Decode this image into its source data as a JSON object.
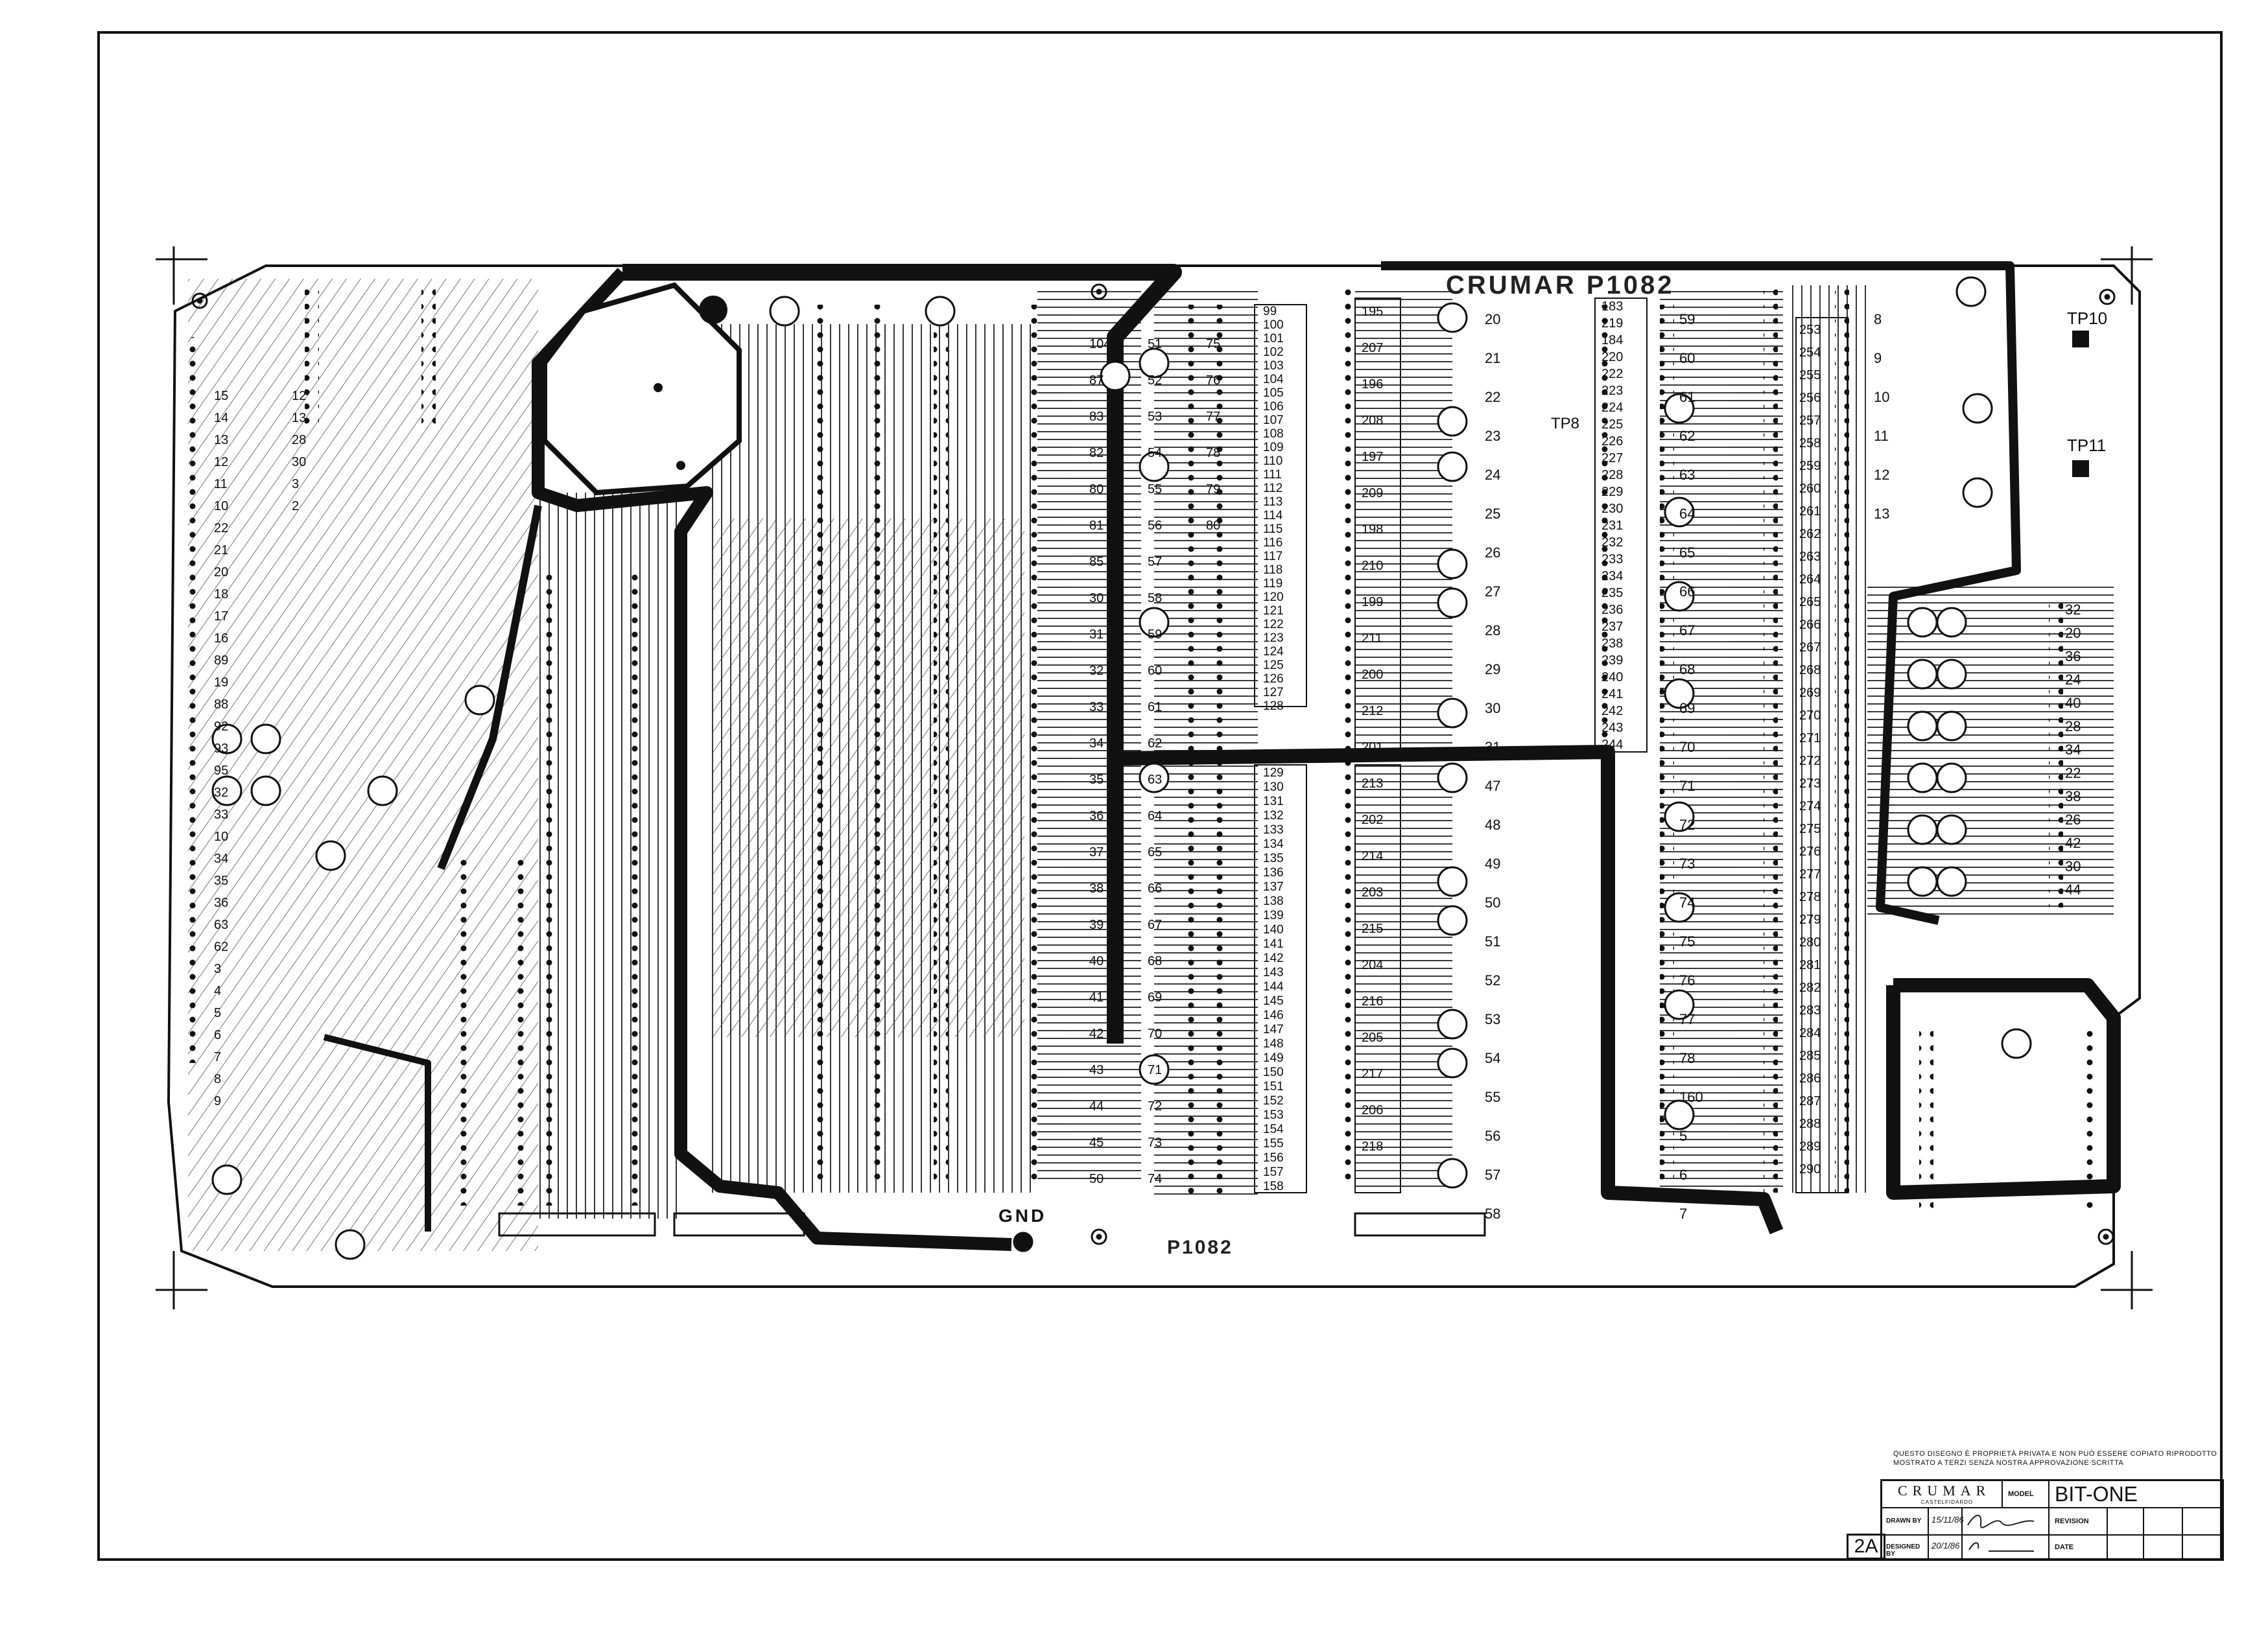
{
  "board": {
    "brand_top": "CRUMAR P1082",
    "brand_bottom": "P1082",
    "gnd_label": "GND",
    "test_points": [
      "TP10",
      "TP11",
      "TP8"
    ]
  },
  "notice": "QUESTO DISEGNO È PROPRIETÀ PRIVATA E NON PUÒ ESSERE COPIATO RIPRODOTTO MOSTRATO A TERZI SENZA NOSTRA APPROVAZIONE SCRITTA",
  "title_block": {
    "company": "CRUMAR",
    "company_sub": "CASTELFIDARDO",
    "model_label": "MODEL",
    "model_value": "BIT-ONE",
    "drawn_label": "DRAWN BY",
    "drawn_date": "15/11/86",
    "designed_label": "DESIGNED BY",
    "designed_date": "20/1/86",
    "revision_label": "REVISION",
    "date_label": "DATE",
    "sheet": "2A"
  },
  "component_labels_left": [
    "15",
    "14",
    "13",
    "12",
    "11",
    "10",
    "22",
    "21",
    "20",
    "18",
    "17",
    "16",
    "89",
    "19",
    "88",
    "92",
    "93",
    "95",
    "32",
    "33",
    "10",
    "34",
    "35",
    "36",
    "63",
    "62",
    "3",
    "4",
    "5",
    "6",
    "7",
    "8",
    "9",
    "12",
    "13",
    "28",
    "30",
    "3",
    "2"
  ],
  "component_labels_mid": [
    "104",
    "87",
    "83",
    "82",
    "80",
    "81",
    "85",
    "30",
    "31",
    "32",
    "33",
    "34",
    "35",
    "36",
    "37",
    "38",
    "39",
    "40",
    "41",
    "42",
    "43",
    "44",
    "45",
    "50",
    "51",
    "52",
    "53",
    "54",
    "55",
    "56",
    "57",
    "58",
    "59",
    "60",
    "61",
    "62",
    "63",
    "64",
    "65",
    "66",
    "67",
    "68",
    "69",
    "70",
    "71",
    "72",
    "73",
    "74",
    "75",
    "76",
    "77",
    "78",
    "79",
    "80"
  ],
  "resistor_labels_a": [
    "99",
    "100",
    "101",
    "102",
    "103",
    "104",
    "105",
    "106",
    "107",
    "108",
    "109",
    "110",
    "111",
    "112",
    "113",
    "114",
    "115",
    "116",
    "117",
    "118",
    "119",
    "120",
    "121",
    "122",
    "123",
    "124",
    "125",
    "126",
    "127",
    "128"
  ],
  "resistor_labels_b": [
    "129",
    "130",
    "131",
    "132",
    "133",
    "134",
    "135",
    "136",
    "137",
    "138",
    "139",
    "140",
    "141",
    "142",
    "143",
    "144",
    "145",
    "146",
    "147",
    "148",
    "149",
    "150",
    "151",
    "152",
    "153",
    "154",
    "155",
    "156",
    "157",
    "158"
  ],
  "resistor_labels_c": [
    "195",
    "207",
    "196",
    "208",
    "197",
    "209",
    "198",
    "210",
    "199",
    "211",
    "200",
    "212",
    "201",
    "213",
    "202",
    "214",
    "203",
    "215",
    "204",
    "216",
    "205",
    "217",
    "206",
    "218"
  ],
  "resistor_labels_d": [
    "183",
    "219",
    "184",
    "220",
    "222",
    "223",
    "224",
    "225",
    "226",
    "227",
    "228",
    "229",
    "230",
    "231",
    "232",
    "233",
    "234",
    "235",
    "236",
    "237",
    "238",
    "239",
    "240",
    "241",
    "242",
    "243",
    "244"
  ],
  "resistor_labels_e": [
    "253",
    "254",
    "255",
    "256",
    "257",
    "258",
    "259",
    "260",
    "261",
    "262",
    "263",
    "264",
    "265",
    "266",
    "267",
    "268",
    "269",
    "270",
    "271",
    "272",
    "273",
    "274",
    "275",
    "276",
    "277",
    "278",
    "279",
    "280",
    "281",
    "282",
    "283",
    "284",
    "285",
    "286",
    "287",
    "288",
    "289",
    "290"
  ],
  "connector_labels_right": [
    "32",
    "20",
    "36",
    "24",
    "40",
    "28",
    "34",
    "22",
    "38",
    "26",
    "42",
    "30",
    "44"
  ],
  "chip_labels": [
    "20",
    "21",
    "22",
    "23",
    "24",
    "25",
    "26",
    "27",
    "28",
    "29",
    "30",
    "31",
    "47",
    "48",
    "49",
    "50",
    "51",
    "52",
    "53",
    "54",
    "55",
    "56",
    "57",
    "58",
    "59",
    "60",
    "61",
    "62",
    "63",
    "64",
    "65",
    "66",
    "67",
    "68",
    "69",
    "70",
    "71",
    "72",
    "73",
    "74",
    "75",
    "76",
    "77",
    "78",
    "160",
    "5",
    "6",
    "7",
    "8",
    "9",
    "10",
    "11",
    "12",
    "13"
  ]
}
